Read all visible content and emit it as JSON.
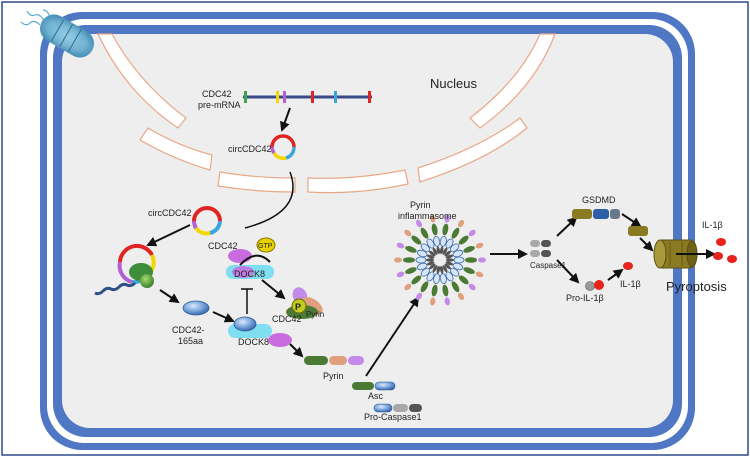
{
  "labels": {
    "nucleus": "Nucleus",
    "cdc42_pre_mrna_line1": "CDC42",
    "cdc42_pre_mrna_line2": "pre-mRNA",
    "circ_nuclear": "circCDC42",
    "circ_cytoplasm": "circCDC42",
    "cdc42_gtp": "CDC42",
    "gtp": "GTP",
    "dock8_top": "DOCK8",
    "dock8_bottom": "DOCK8",
    "cdc42_165aa_line1": "CDC42-",
    "cdc42_165aa_line2": "165aa",
    "phospho": "P",
    "pyrin_phospho": "Pyrin",
    "cdc42_mid": "CDC42",
    "pyrin": "Pyrin",
    "asc": "Asc",
    "pro_caspase1": "Pro-Caspase1",
    "pyrin_inflammasome_line1": "Pyrin",
    "pyrin_inflammasome_line2": "inflammasome",
    "caspase1": "Caspase1",
    "gsdmd": "GSDMD",
    "pro_il1b": "Pro-IL-1β",
    "il1b_inner": "IL-1β",
    "il1b_outer": "IL-1β",
    "pyroptosis": "Pyroptosis"
  },
  "colors": {
    "membrane": "#4f77c4",
    "cytoplasm": "#eeeeee",
    "nuclear_envelope": "#e8a886",
    "pyrin_green": "#4b7a34",
    "pyrin_orange": "#e0a07e",
    "pyrin_purple": "#c48ae8",
    "cdc42_purple": "#c86ce0",
    "dock8_cyan": "#7fdff0",
    "gtp_yellow": "#e8d200",
    "gsdmd_olive": "#8a7a22",
    "il1b_red": "#e8231c"
  }
}
